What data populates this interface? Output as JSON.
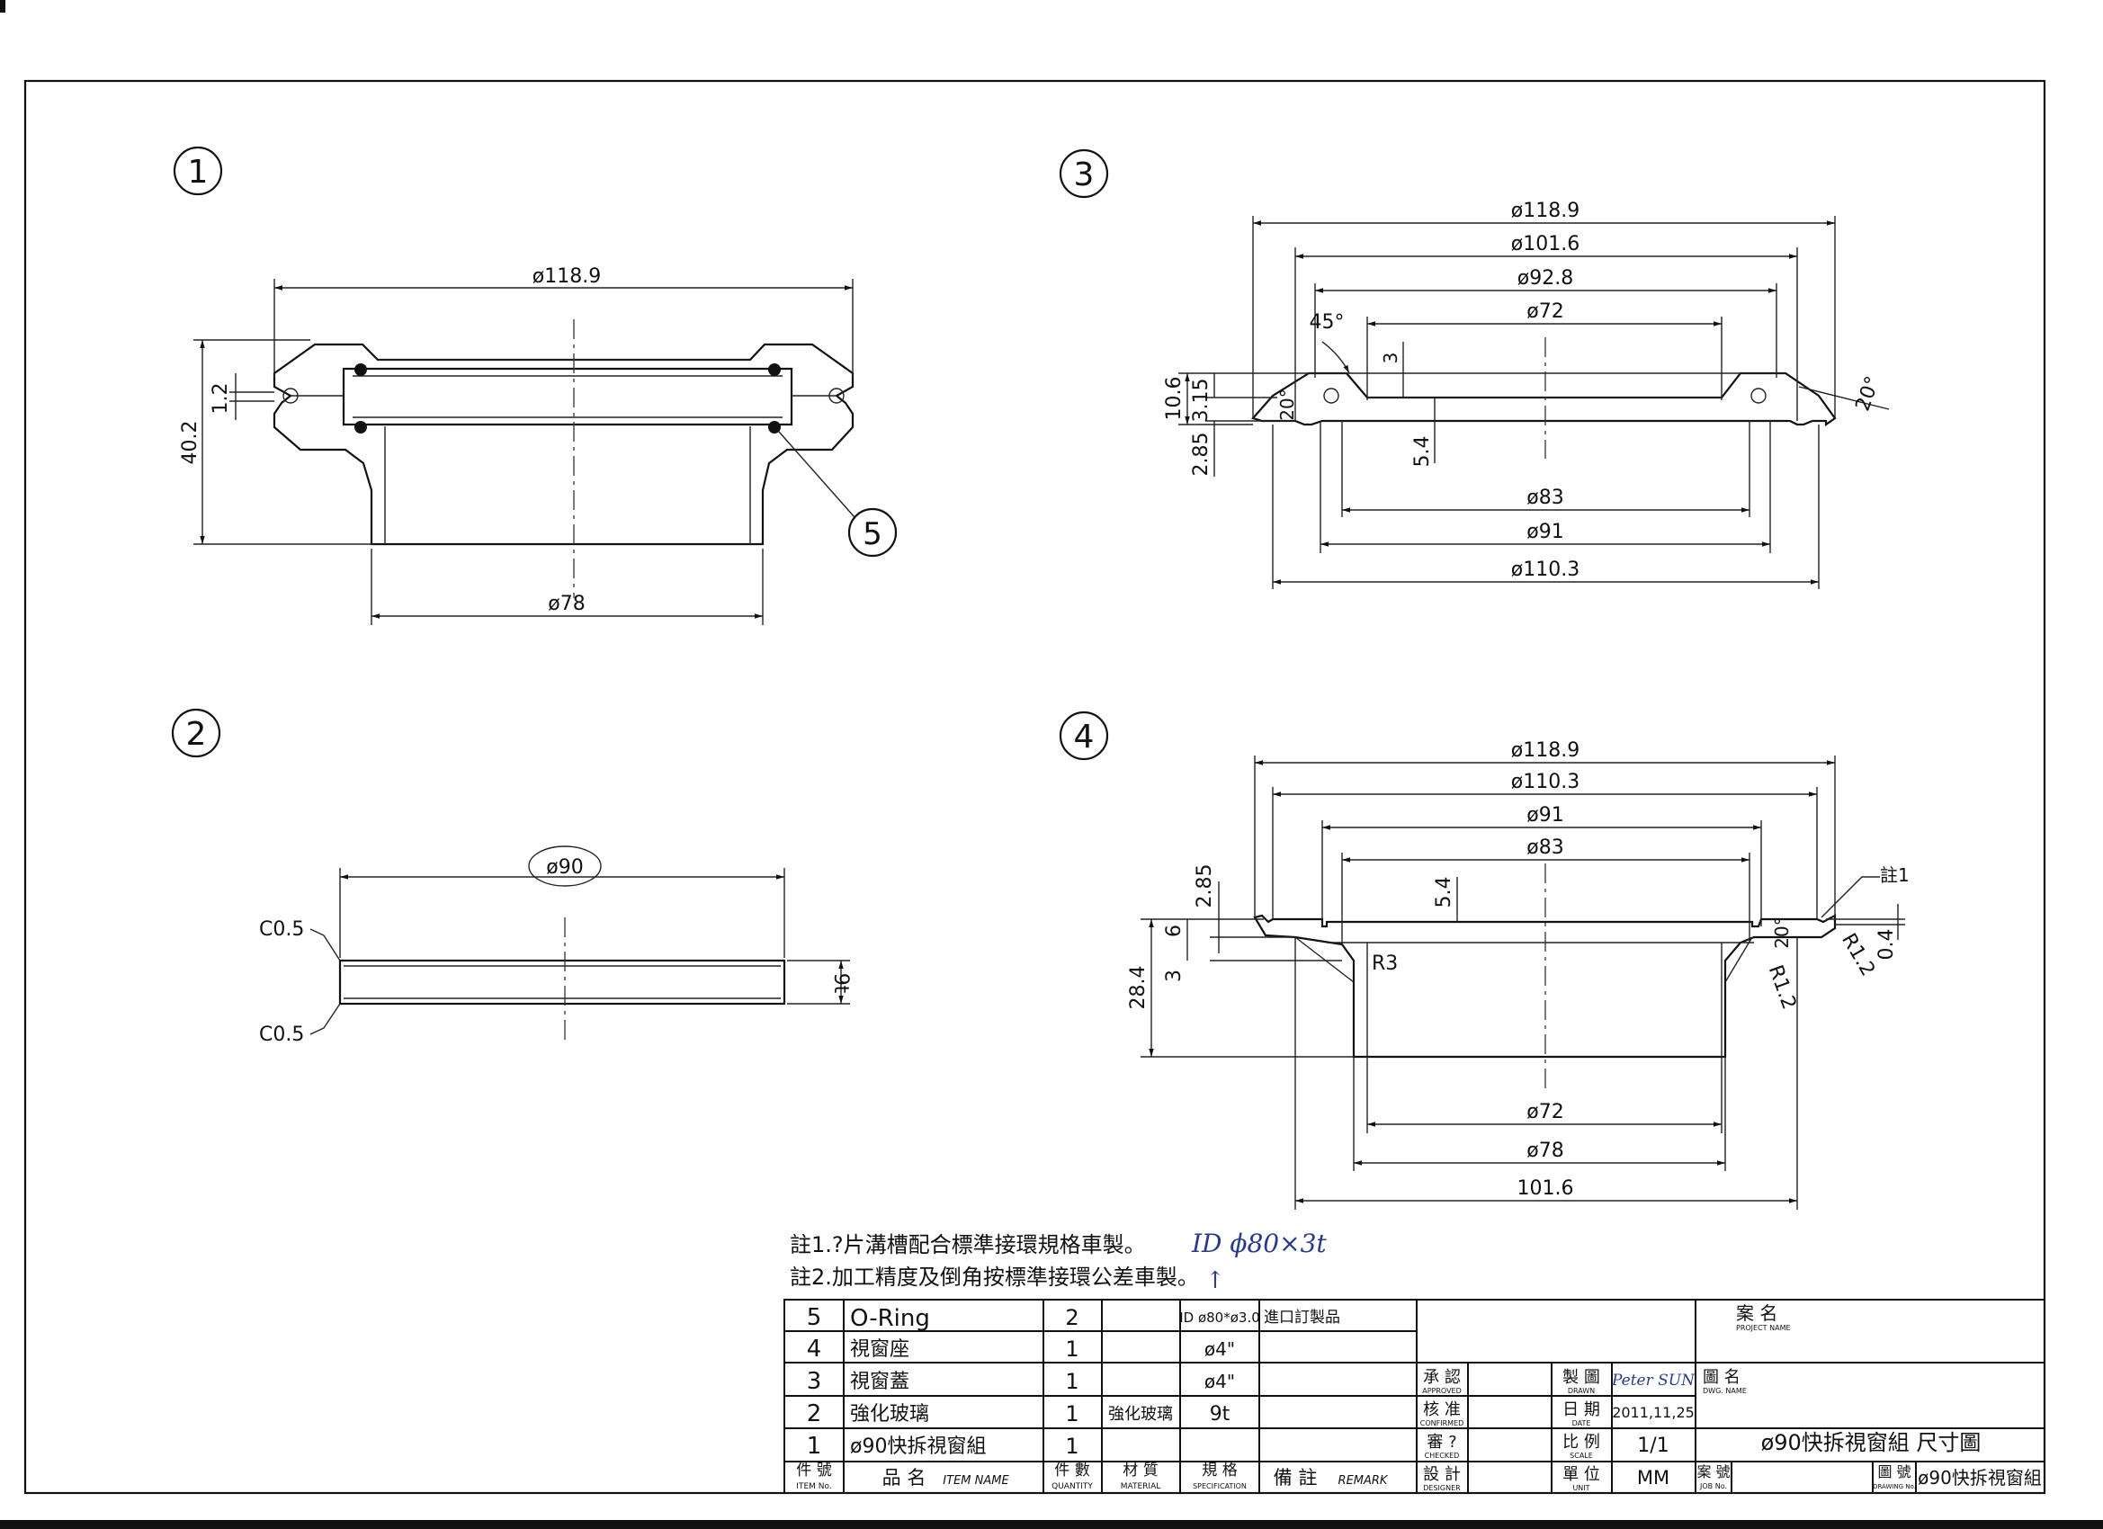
{
  "views": {
    "v1": {
      "label": "1",
      "dims": {
        "d_outer": "ø118.9",
        "d_bottom": "ø78",
        "height": "40.2",
        "gap": "1.2"
      },
      "callout": "5"
    },
    "v2": {
      "label": "2",
      "dims": {
        "d": "ø90",
        "thick": "9t",
        "chamfer_top": "C0.5",
        "chamfer_bottom": "C0.5"
      }
    },
    "v3": {
      "label": "3",
      "dims": {
        "d1": "ø118.9",
        "d2": "ø101.6",
        "d3": "ø92.8",
        "d4": "ø72",
        "angle45": "45°",
        "a3": "3",
        "angle20a": "20°",
        "angle20b": "20°",
        "h106": "10.6",
        "h315": "3.15",
        "h285": "2.85",
        "h54": "5.4",
        "d83": "ø83",
        "d91": "ø91",
        "d1103": "ø110.3"
      }
    },
    "v4": {
      "label": "4",
      "dims": {
        "d1": "ø118.9",
        "d2": "ø110.3",
        "d3": "ø91",
        "d4": "ø83",
        "h285": "2.85",
        "h54": "5.4",
        "h6": "6",
        "h3": "3",
        "h284": "28.4",
        "r3": "R3",
        "angle20": "20°",
        "r12a": "R1.2",
        "r12b": "R1.2",
        "h04": "0.4",
        "note1": "註1",
        "d72": "ø72",
        "d78": "ø78",
        "d1016": "101.6"
      }
    }
  },
  "notes": {
    "n1": "註1.?片溝槽配合標準接環規格車製。",
    "n2": "註2.加工精度及倒角按標準接環公差車製。",
    "handwritten": "ID ϕ80×3t",
    "arrow": "↑"
  },
  "bom": {
    "rows": [
      {
        "no": "5",
        "name": "O-Ring",
        "qty": "2",
        "material": "",
        "spec": "ID ø80*ø3.0",
        "remark": "進口訂製品"
      },
      {
        "no": "4",
        "name": "視窗座",
        "qty": "1",
        "material": "",
        "spec": "ø4\"",
        "remark": ""
      },
      {
        "no": "3",
        "name": "視窗蓋",
        "qty": "1",
        "material": "",
        "spec": "ø4\"",
        "remark": ""
      },
      {
        "no": "2",
        "name": "強化玻璃",
        "qty": "1",
        "material": "強化玻璃",
        "spec": "9t",
        "remark": ""
      },
      {
        "no": "1",
        "name": "ø90快拆視窗組",
        "qty": "1",
        "material": "",
        "spec": "",
        "remark": ""
      }
    ],
    "headers": {
      "no": "件 號",
      "no_en": "ITEM No.",
      "name": "品 名",
      "name_en": "ITEM NAME",
      "qty": "件 數",
      "qty_en": "QUANTITY",
      "material": "材 質",
      "material_en": "MATERIAL",
      "spec": "規 格",
      "spec_en": "SPECIFICATION",
      "remark": "備 註",
      "remark_en": "REMARK"
    }
  },
  "title_block": {
    "project": "案 名",
    "project_en": "PROJECT NAME",
    "approved": "承 認",
    "approved_en": "APPROVED",
    "confirmed": "核 准",
    "confirmed_en": "CONFIRMED",
    "checked": "審 ?",
    "checked_en": "CHECKED",
    "designer": "設 計",
    "designer_en": "DESIGNER",
    "drawn": "製 圖",
    "drawn_en": "DRAWN",
    "drawn_value": "Peter SUN",
    "date": "日 期",
    "date_en": "DATE",
    "date_value": "2011,11,25",
    "scale": "比 例",
    "scale_en": "SCALE",
    "scale_value": "1/1",
    "unit": "單 位",
    "unit_en": "UNIT",
    "unit_value": "MM",
    "dwg_name": "圖 名",
    "dwg_name_en": "DWG. NAME",
    "dwg_title": "ø90快拆視窗組  尺寸圖",
    "job": "案 號",
    "job_en": "JOB No.",
    "dwg_no": "圖 號",
    "dwg_no_en": "DRAWING No.",
    "dwg_no_value": "ø90快拆視窗組"
  }
}
